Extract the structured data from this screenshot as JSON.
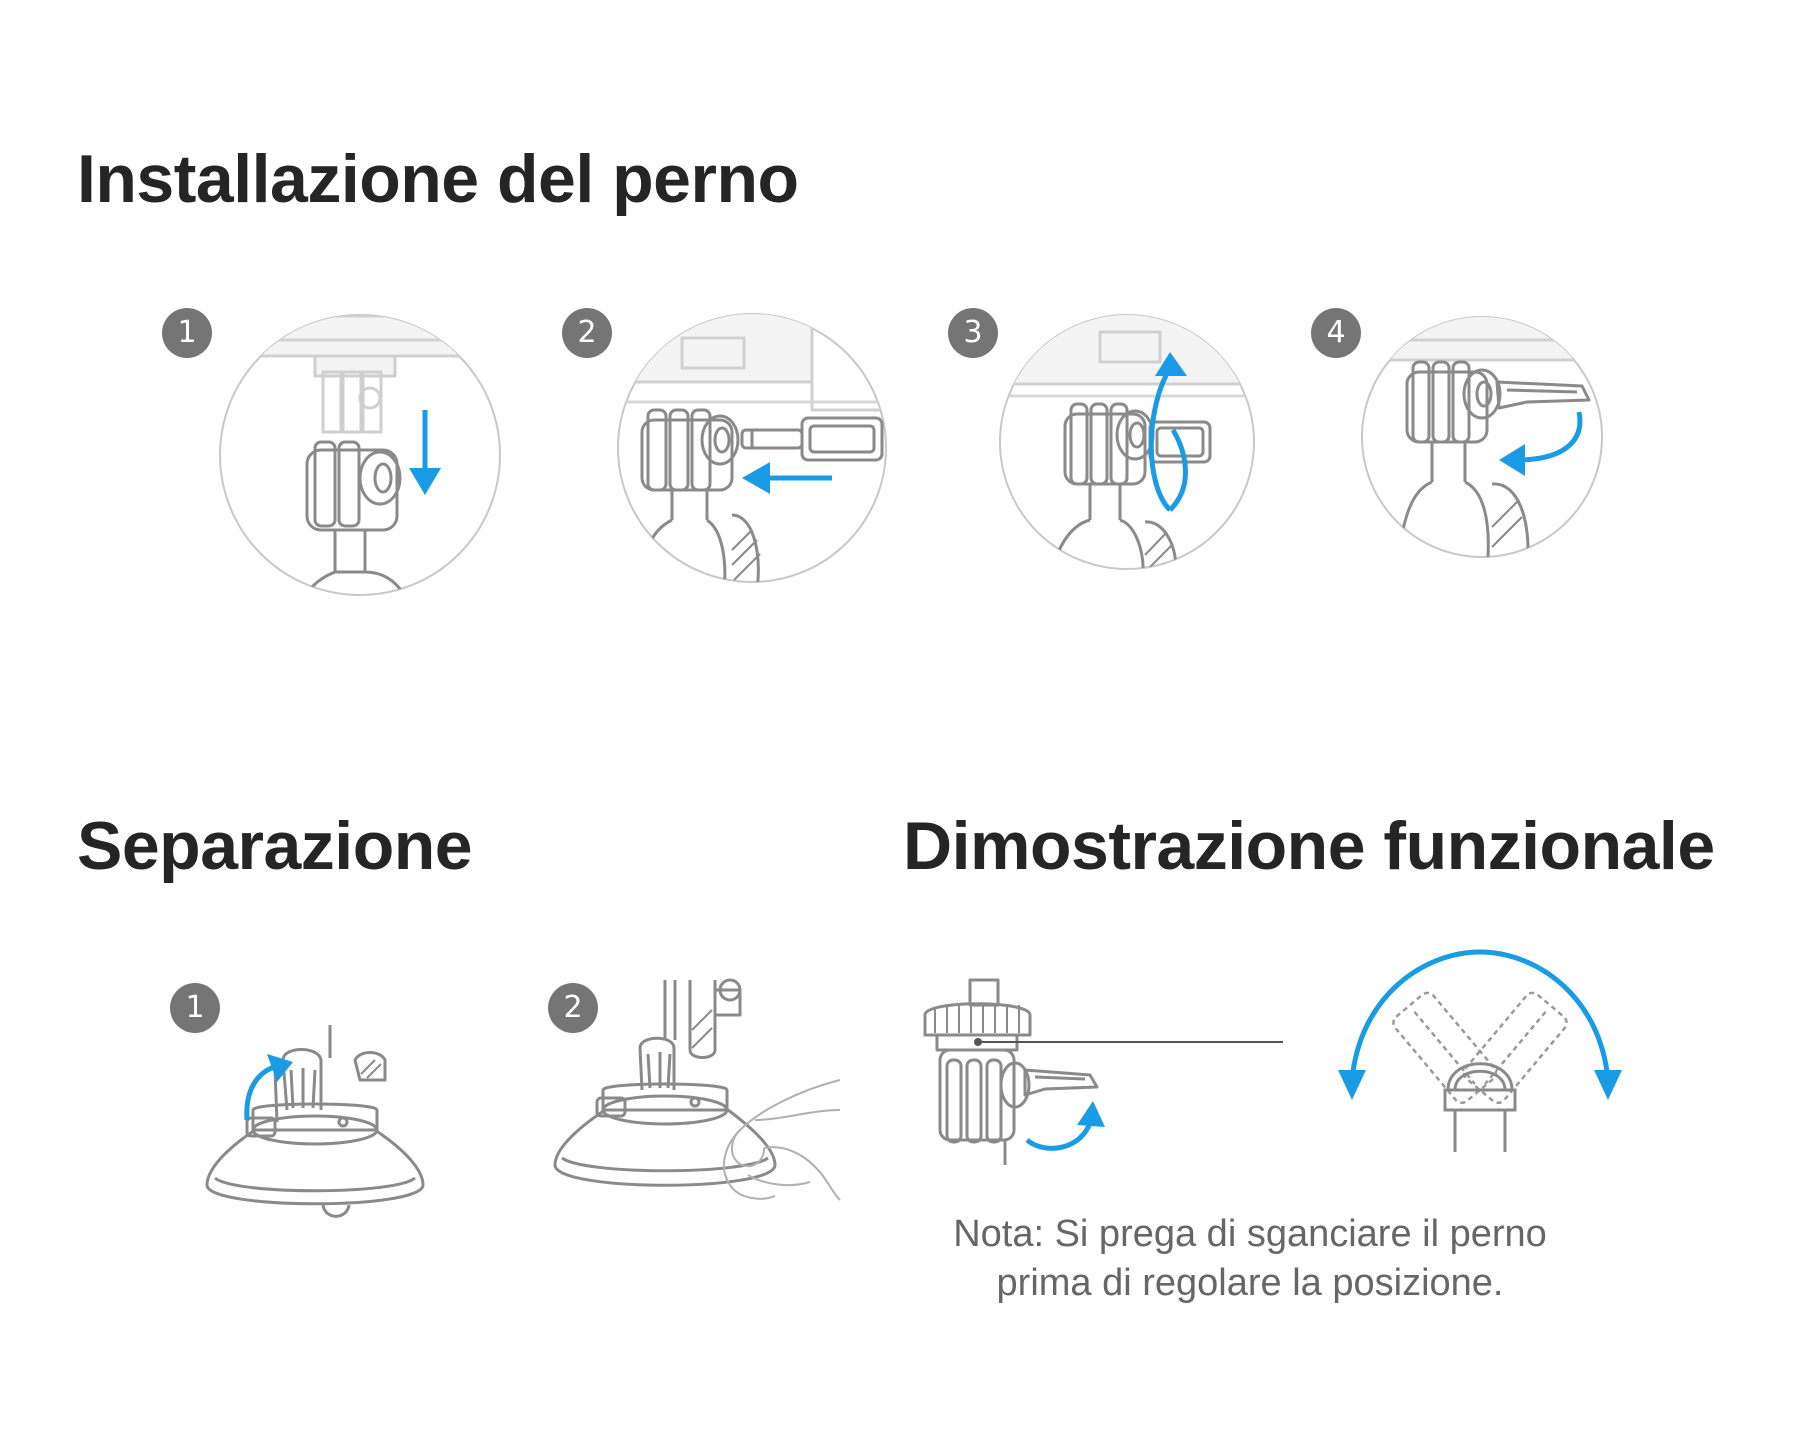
{
  "sections": {
    "installation": {
      "title": "Installazione del perno",
      "steps": [
        {
          "number": "1",
          "illustration": "mount-down-arrow-icon"
        },
        {
          "number": "2",
          "illustration": "insert-screw-icon"
        },
        {
          "number": "3",
          "illustration": "rotate-screw-icon"
        },
        {
          "number": "4",
          "illustration": "lock-lever-icon"
        }
      ]
    },
    "separation": {
      "title": "Separazione",
      "steps": [
        {
          "number": "1",
          "illustration": "lift-tab-icon"
        },
        {
          "number": "2",
          "illustration": "release-suction-icon"
        }
      ]
    },
    "demo": {
      "title": "Dimostrazione funzionale",
      "note_line1": "Nota: Si prega di sganciare il perno",
      "note_line2": "prima di regolare la posizione."
    }
  },
  "colors": {
    "accent": "#1a9be6",
    "line": "#8a8a8a",
    "badge": "#757575",
    "heading": "#252525",
    "note": "#666666"
  }
}
